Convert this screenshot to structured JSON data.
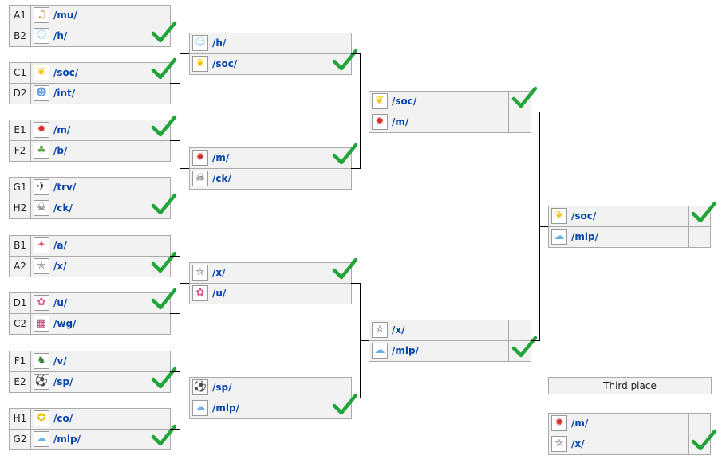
{
  "checkmark_color": "#22a43a",
  "link_color": "#0645ad",
  "round_of_16": [
    {
      "top": {
        "seed": "A1",
        "name": "/mu/",
        "icon": "mu-board-icon",
        "glyph": "♫",
        "color": "#c9a24a",
        "winner": false
      },
      "bottom": {
        "seed": "B2",
        "name": "/h/",
        "icon": "h-board-icon",
        "glyph": "☺",
        "color": "#9fd0f0",
        "winner": true
      }
    },
    {
      "top": {
        "seed": "C1",
        "name": "/soc/",
        "icon": "soc-board-icon",
        "glyph": "❦",
        "color": "#f5c400",
        "winner": true
      },
      "bottom": {
        "seed": "D2",
        "name": "/int/",
        "icon": "int-board-icon",
        "glyph": "☻",
        "color": "#6f9fe0",
        "winner": false
      }
    },
    {
      "top": {
        "seed": "E1",
        "name": "/m/",
        "icon": "m-board-icon",
        "glyph": "✹",
        "color": "#d9302a",
        "winner": true
      },
      "bottom": {
        "seed": "F2",
        "name": "/b/",
        "icon": "b-board-icon",
        "glyph": "♣",
        "color": "#6aa84f",
        "winner": false
      }
    },
    {
      "top": {
        "seed": "G1",
        "name": "/trv/",
        "icon": "trv-board-icon",
        "glyph": "✈",
        "color": "#1a1a3a",
        "winner": false
      },
      "bottom": {
        "seed": "H2",
        "name": "/ck/",
        "icon": "ck-board-icon",
        "glyph": "☠",
        "color": "#444444",
        "winner": true
      }
    },
    {
      "top": {
        "seed": "B1",
        "name": "/a/",
        "icon": "a-board-icon",
        "glyph": "✦",
        "color": "#e05a6a",
        "winner": false
      },
      "bottom": {
        "seed": "A2",
        "name": "/x/",
        "icon": "x-board-icon",
        "glyph": "⛤",
        "color": "#777777",
        "winner": true
      }
    },
    {
      "top": {
        "seed": "D1",
        "name": "/u/",
        "icon": "u-board-icon",
        "glyph": "✿",
        "color": "#e0508a",
        "winner": true
      },
      "bottom": {
        "seed": "C2",
        "name": "/wg/",
        "icon": "wg-board-icon",
        "glyph": "▦",
        "color": "#b03060",
        "winner": false
      }
    },
    {
      "top": {
        "seed": "F1",
        "name": "/v/",
        "icon": "v-board-icon",
        "glyph": "♞",
        "color": "#2f7a2f",
        "winner": false
      },
      "bottom": {
        "seed": "E2",
        "name": "/sp/",
        "icon": "sp-board-icon",
        "glyph": "⚽",
        "color": "#cc2222",
        "winner": true
      }
    },
    {
      "top": {
        "seed": "H1",
        "name": "/co/",
        "icon": "co-board-icon",
        "glyph": "✪",
        "color": "#e6b800",
        "winner": false
      },
      "bottom": {
        "seed": "G2",
        "name": "/mlp/",
        "icon": "mlp-board-icon",
        "glyph": "☁",
        "color": "#6ab0e8",
        "winner": true
      }
    }
  ],
  "quarterfinals": [
    {
      "top": {
        "name": "/h/",
        "icon": "h-board-icon",
        "glyph": "☺",
        "color": "#9fd0f0",
        "winner": false
      },
      "bottom": {
        "name": "/soc/",
        "icon": "soc-board-icon",
        "glyph": "❦",
        "color": "#f5c400",
        "winner": true
      }
    },
    {
      "top": {
        "name": "/m/",
        "icon": "m-board-icon",
        "glyph": "✹",
        "color": "#d9302a",
        "winner": true
      },
      "bottom": {
        "name": "/ck/",
        "icon": "ck-board-icon",
        "glyph": "☠",
        "color": "#444444",
        "winner": false
      }
    },
    {
      "top": {
        "name": "/x/",
        "icon": "x-board-icon",
        "glyph": "⛤",
        "color": "#777777",
        "winner": true
      },
      "bottom": {
        "name": "/u/",
        "icon": "u-board-icon",
        "glyph": "✿",
        "color": "#e0508a",
        "winner": false
      }
    },
    {
      "top": {
        "name": "/sp/",
        "icon": "sp-board-icon",
        "glyph": "⚽",
        "color": "#cc2222",
        "winner": false
      },
      "bottom": {
        "name": "/mlp/",
        "icon": "mlp-board-icon",
        "glyph": "☁",
        "color": "#6ab0e8",
        "winner": true
      }
    }
  ],
  "semifinals": [
    {
      "top": {
        "name": "/soc/",
        "icon": "soc-board-icon",
        "glyph": "❦",
        "color": "#f5c400",
        "winner": true
      },
      "bottom": {
        "name": "/m/",
        "icon": "m-board-icon",
        "glyph": "✹",
        "color": "#d9302a",
        "winner": false
      }
    },
    {
      "top": {
        "name": "/x/",
        "icon": "x-board-icon",
        "glyph": "⛤",
        "color": "#777777",
        "winner": false
      },
      "bottom": {
        "name": "/mlp/",
        "icon": "mlp-board-icon",
        "glyph": "☁",
        "color": "#6ab0e8",
        "winner": true
      }
    }
  ],
  "final": {
    "top": {
      "name": "/soc/",
      "icon": "soc-board-icon",
      "glyph": "❦",
      "color": "#f5c400",
      "winner": true
    },
    "bottom": {
      "name": "/mlp/",
      "icon": "mlp-board-icon",
      "glyph": "☁",
      "color": "#6ab0e8",
      "winner": false
    }
  },
  "third_place": {
    "label": "Third place",
    "top": {
      "name": "/m/",
      "icon": "m-board-icon",
      "glyph": "✹",
      "color": "#d9302a",
      "winner": false
    },
    "bottom": {
      "name": "/x/",
      "icon": "x-board-icon",
      "glyph": "⛤",
      "color": "#777777",
      "winner": true
    }
  }
}
